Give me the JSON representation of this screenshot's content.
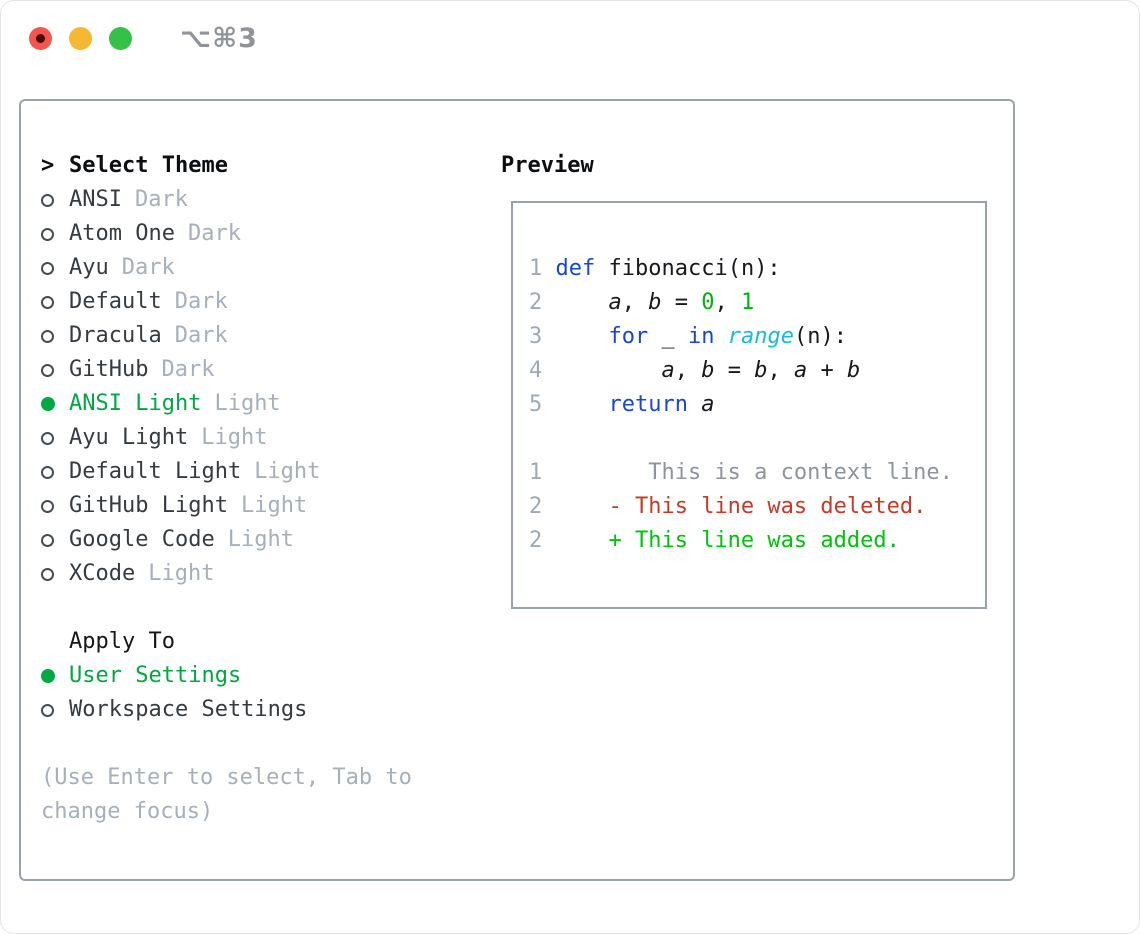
{
  "titlebar": {
    "shortcut": "⌥⌘3"
  },
  "theme_panel": {
    "title_marker": ">",
    "title": "Select Theme",
    "items": [
      {
        "id": "ansi-dark",
        "name": "ANSI",
        "variant": "Dark",
        "selected": false
      },
      {
        "id": "atom-one-dark",
        "name": "Atom One",
        "variant": "Dark",
        "selected": false
      },
      {
        "id": "ayu-dark",
        "name": "Ayu",
        "variant": "Dark",
        "selected": false
      },
      {
        "id": "default-dark",
        "name": "Default",
        "variant": "Dark",
        "selected": false
      },
      {
        "id": "dracula-dark",
        "name": "Dracula",
        "variant": "Dark",
        "selected": false
      },
      {
        "id": "github-dark",
        "name": "GitHub",
        "variant": "Dark",
        "selected": false
      },
      {
        "id": "ansi-light",
        "name": "ANSI Light",
        "variant": "Light",
        "selected": true
      },
      {
        "id": "ayu-light",
        "name": "Ayu Light",
        "variant": "Light",
        "selected": false
      },
      {
        "id": "default-light",
        "name": "Default Light",
        "variant": "Light",
        "selected": false
      },
      {
        "id": "github-light",
        "name": "GitHub Light",
        "variant": "Light",
        "selected": false
      },
      {
        "id": "google-code",
        "name": "Google Code",
        "variant": "Light",
        "selected": false
      },
      {
        "id": "xcode",
        "name": "XCode",
        "variant": "Light",
        "selected": false
      }
    ],
    "apply_to": {
      "title": "Apply To",
      "options": [
        {
          "id": "user-settings",
          "label": "User Settings",
          "selected": true
        },
        {
          "id": "workspace-settings",
          "label": "Workspace Settings",
          "selected": false
        }
      ]
    },
    "help_text": "(Use Enter to select, Tab to change focus)"
  },
  "preview_panel": {
    "title": "Preview",
    "code_lines": [
      {
        "num": "1",
        "segments": [
          {
            "text": "def",
            "style": "kw"
          },
          {
            "text": " fibonacci(n):",
            "style": "pl"
          }
        ]
      },
      {
        "num": "2",
        "segments": [
          {
            "text": "    ",
            "style": "pl"
          },
          {
            "text": "a",
            "style": "id"
          },
          {
            "text": ", ",
            "style": "pl"
          },
          {
            "text": "b",
            "style": "id"
          },
          {
            "text": " = ",
            "style": "pl"
          },
          {
            "text": "0",
            "style": "num"
          },
          {
            "text": ", ",
            "style": "pl"
          },
          {
            "text": "1",
            "style": "num"
          }
        ]
      },
      {
        "num": "3",
        "segments": [
          {
            "text": "    ",
            "style": "pl"
          },
          {
            "text": "for",
            "style": "kw"
          },
          {
            "text": " _ ",
            "style": "pl"
          },
          {
            "text": "in",
            "style": "kw"
          },
          {
            "text": " ",
            "style": "pl"
          },
          {
            "text": "range",
            "style": "fn"
          },
          {
            "text": "(n):",
            "style": "pl"
          }
        ]
      },
      {
        "num": "4",
        "segments": [
          {
            "text": "        ",
            "style": "pl"
          },
          {
            "text": "a",
            "style": "id"
          },
          {
            "text": ", ",
            "style": "pl"
          },
          {
            "text": "b",
            "style": "id"
          },
          {
            "text": " = ",
            "style": "pl"
          },
          {
            "text": "b",
            "style": "id"
          },
          {
            "text": ", ",
            "style": "pl"
          },
          {
            "text": "a",
            "style": "id"
          },
          {
            "text": " + ",
            "style": "pl"
          },
          {
            "text": "b",
            "style": "id"
          }
        ]
      },
      {
        "num": "5",
        "segments": [
          {
            "text": "    ",
            "style": "pl"
          },
          {
            "text": "return",
            "style": "kw"
          },
          {
            "text": " ",
            "style": "pl"
          },
          {
            "text": "a",
            "style": "id"
          }
        ]
      }
    ],
    "diff_lines": [
      {
        "num": "1",
        "segments": [
          {
            "text": "       This is a context line.",
            "style": "ctx"
          }
        ]
      },
      {
        "num": "2",
        "segments": [
          {
            "text": "    - This line was deleted.",
            "style": "del"
          }
        ]
      },
      {
        "num": "2",
        "segments": [
          {
            "text": "    + This line was added.",
            "style": "add"
          }
        ]
      }
    ]
  },
  "colors": {
    "accent_green": "#00a843",
    "keyword_blue": "#1a46d4",
    "builtin_cyan": "#19bcd6",
    "number_green": "#00b30f",
    "diff_red": "#c73a28",
    "diff_green": "#00c30b",
    "muted_gray": "#a6afba",
    "border_gray": "#9aa3ad",
    "traffic_red": "#f2564f",
    "traffic_yellow": "#f5b832",
    "traffic_green": "#35c148"
  }
}
